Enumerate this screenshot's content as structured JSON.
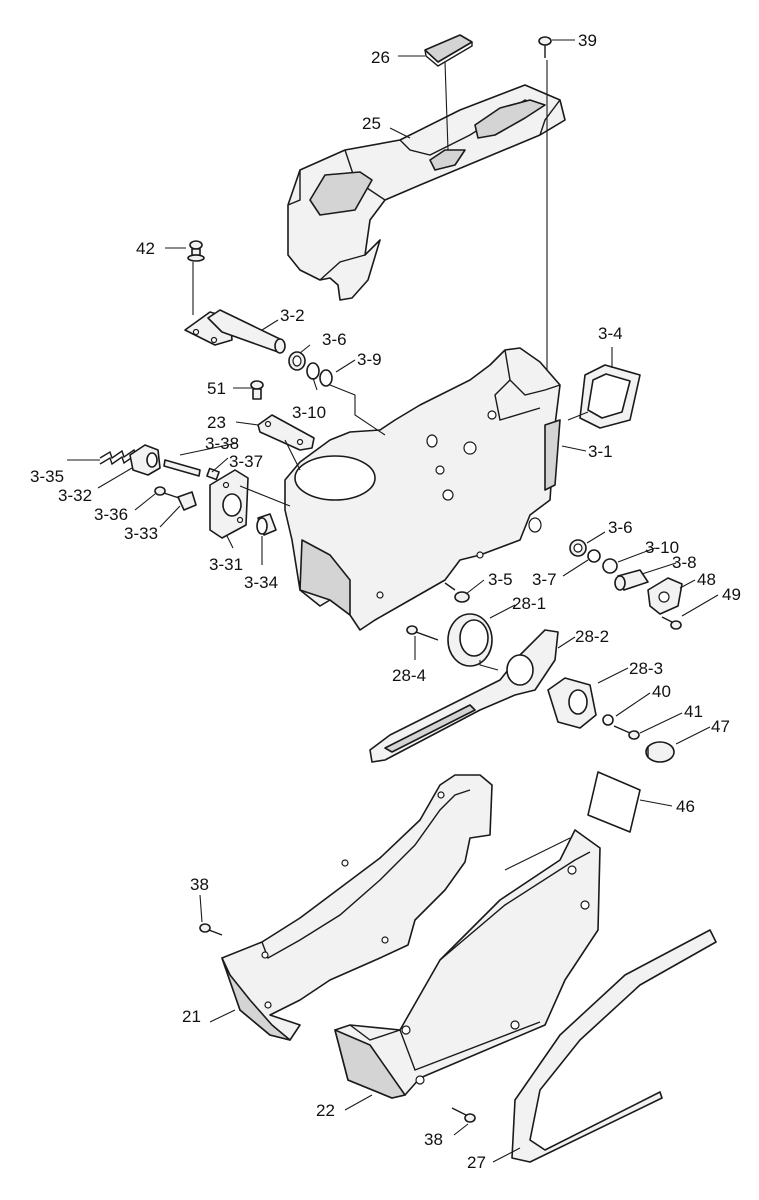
{
  "diagram": {
    "callouts": {
      "p26": "26",
      "p39": "39",
      "p25": "25",
      "p42": "42",
      "p3_2": "3-2",
      "p3_6a": "3-6",
      "p3_9": "3-9",
      "p3_4": "3-4",
      "p51": "51",
      "p3_10a": "3-10",
      "p23": "23",
      "p3_38": "3-38",
      "p3_1": "3-1",
      "p3_35": "3-35",
      "p3_37": "3-37",
      "p3_32": "3-32",
      "p3_36": "3-36",
      "p3_33": "3-33",
      "p3_6b": "3-6",
      "p3_10b": "3-10",
      "p3_8": "3-8",
      "p3_31": "3-31",
      "p3_34": "3-34",
      "p3_7": "3-7",
      "p48": "48",
      "p3_5": "3-5",
      "p49": "49",
      "p28_1": "28-1",
      "p28_2": "28-2",
      "p28_4": "28-4",
      "p28_3": "28-3",
      "p40": "40",
      "p41": "41",
      "p47": "47",
      "p46": "46",
      "p38a": "38",
      "p21": "21",
      "p22": "22",
      "p38b": "38",
      "p27": "27"
    }
  }
}
